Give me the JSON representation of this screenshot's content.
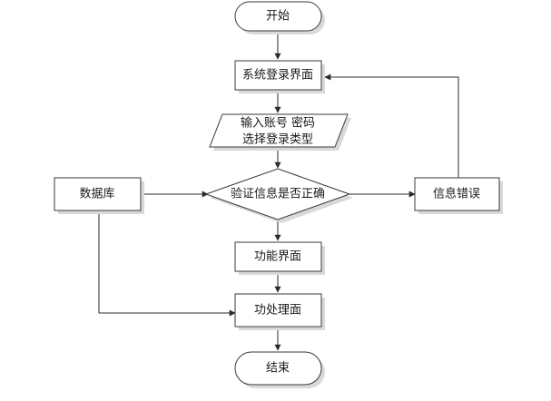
{
  "diagram": {
    "nodes": {
      "start": "开始",
      "login": "系统登录界面",
      "input_line1": "输入账号 密码",
      "input_line2": "选择登录类型",
      "verify": "验证信息是否正确",
      "database": "数据库",
      "error": "信息错误",
      "function": "功能界面",
      "process": "功处理面",
      "end": "结束"
    }
  }
}
